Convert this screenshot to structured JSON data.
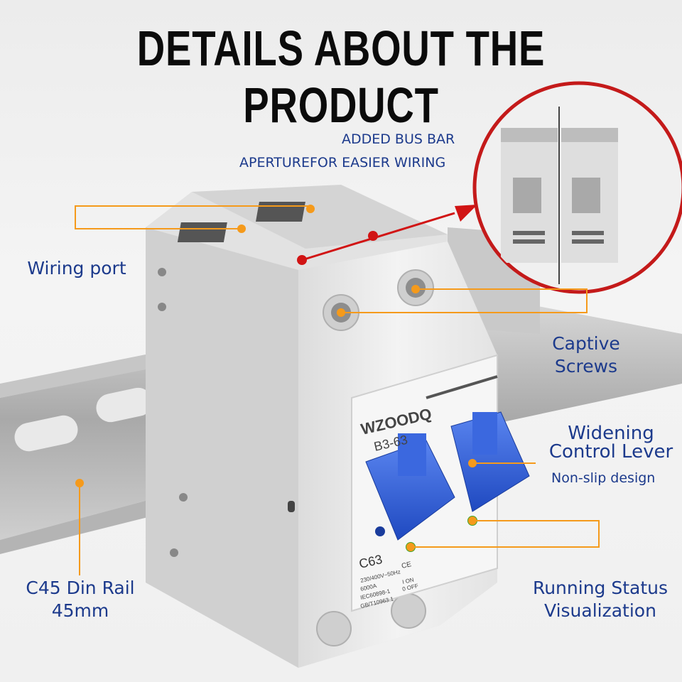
{
  "title": "DETAILS ABOUT THE PRODUCT",
  "callouts": {
    "bus_bar_line1": "ADDED BUS BAR",
    "bus_bar_line2": "APERTUREFOR EASIER WIRING",
    "wiring_port": "Wiring port",
    "captive_line1": "Captive",
    "captive_line2": "Screws",
    "lever_line1": "Widening",
    "lever_line2": "Control Lever",
    "lever_sub": "Non-slip design",
    "rail_line1": "C45 Din Rail",
    "rail_line2": "45mm",
    "status_line1": "Running Status",
    "status_line2": "Visualization"
  },
  "product": {
    "brand": "WZOODQ",
    "model": "B3-63",
    "rating": "C63",
    "spec_line1": "230/400V~50Hz",
    "spec_line2": "6000A",
    "spec_line3": "IEC60898-1",
    "spec_line4": "GB/T10963.1",
    "on_label": "I ON",
    "off_label": "0 OFF",
    "ce_mark": "CE"
  },
  "colors": {
    "callout_line": "#f59a1b",
    "label_text": "#1c3a8c",
    "lever_blue": "#2f5fd6",
    "accent_red": "#d11414",
    "indicator_green": "#3fa52c"
  }
}
